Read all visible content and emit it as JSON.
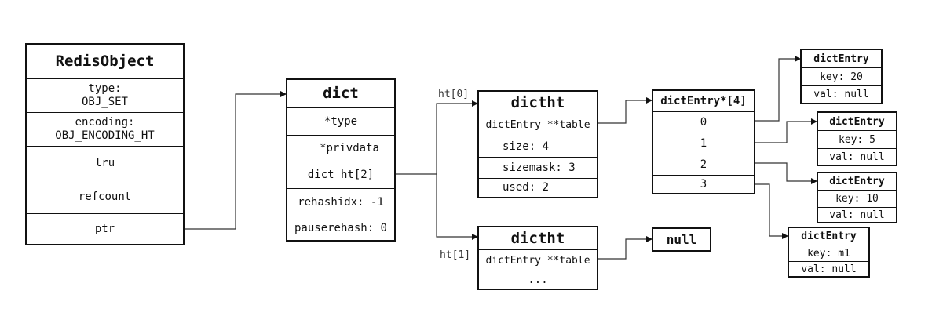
{
  "redis_object": {
    "title": "RedisObject",
    "type": "type:\nOBJ_SET",
    "encoding": "encoding:\nOBJ_ENCODING_HT",
    "lru": "lru",
    "refcount": "refcount",
    "ptr": "ptr"
  },
  "dict": {
    "title": "dict",
    "fields": [
      "*type",
      "*privdata",
      "dict ht[2]",
      "rehashidx: -1",
      "pauserehash: 0"
    ]
  },
  "dictht0": {
    "label": "ht[0]",
    "title": "dictht",
    "fields": [
      "dictEntry **table",
      "size: 4",
      "sizemask: 3",
      "used: 2"
    ]
  },
  "dictht1": {
    "label": "ht[1]",
    "title": "dictht",
    "fields": [
      "dictEntry **table",
      "..."
    ]
  },
  "null_box": "null",
  "table": {
    "title": "dictEntry*[4]",
    "slots": [
      "0",
      "1",
      "2",
      "3"
    ]
  },
  "entries": [
    {
      "title": "dictEntry",
      "key": "key: 20",
      "val": "val: null"
    },
    {
      "title": "dictEntry",
      "key": "key: 5",
      "val": "val: null"
    },
    {
      "title": "dictEntry",
      "key": "key: 10",
      "val": "val: null"
    },
    {
      "title": "dictEntry",
      "key": "key: m1",
      "val": "val: null"
    }
  ]
}
